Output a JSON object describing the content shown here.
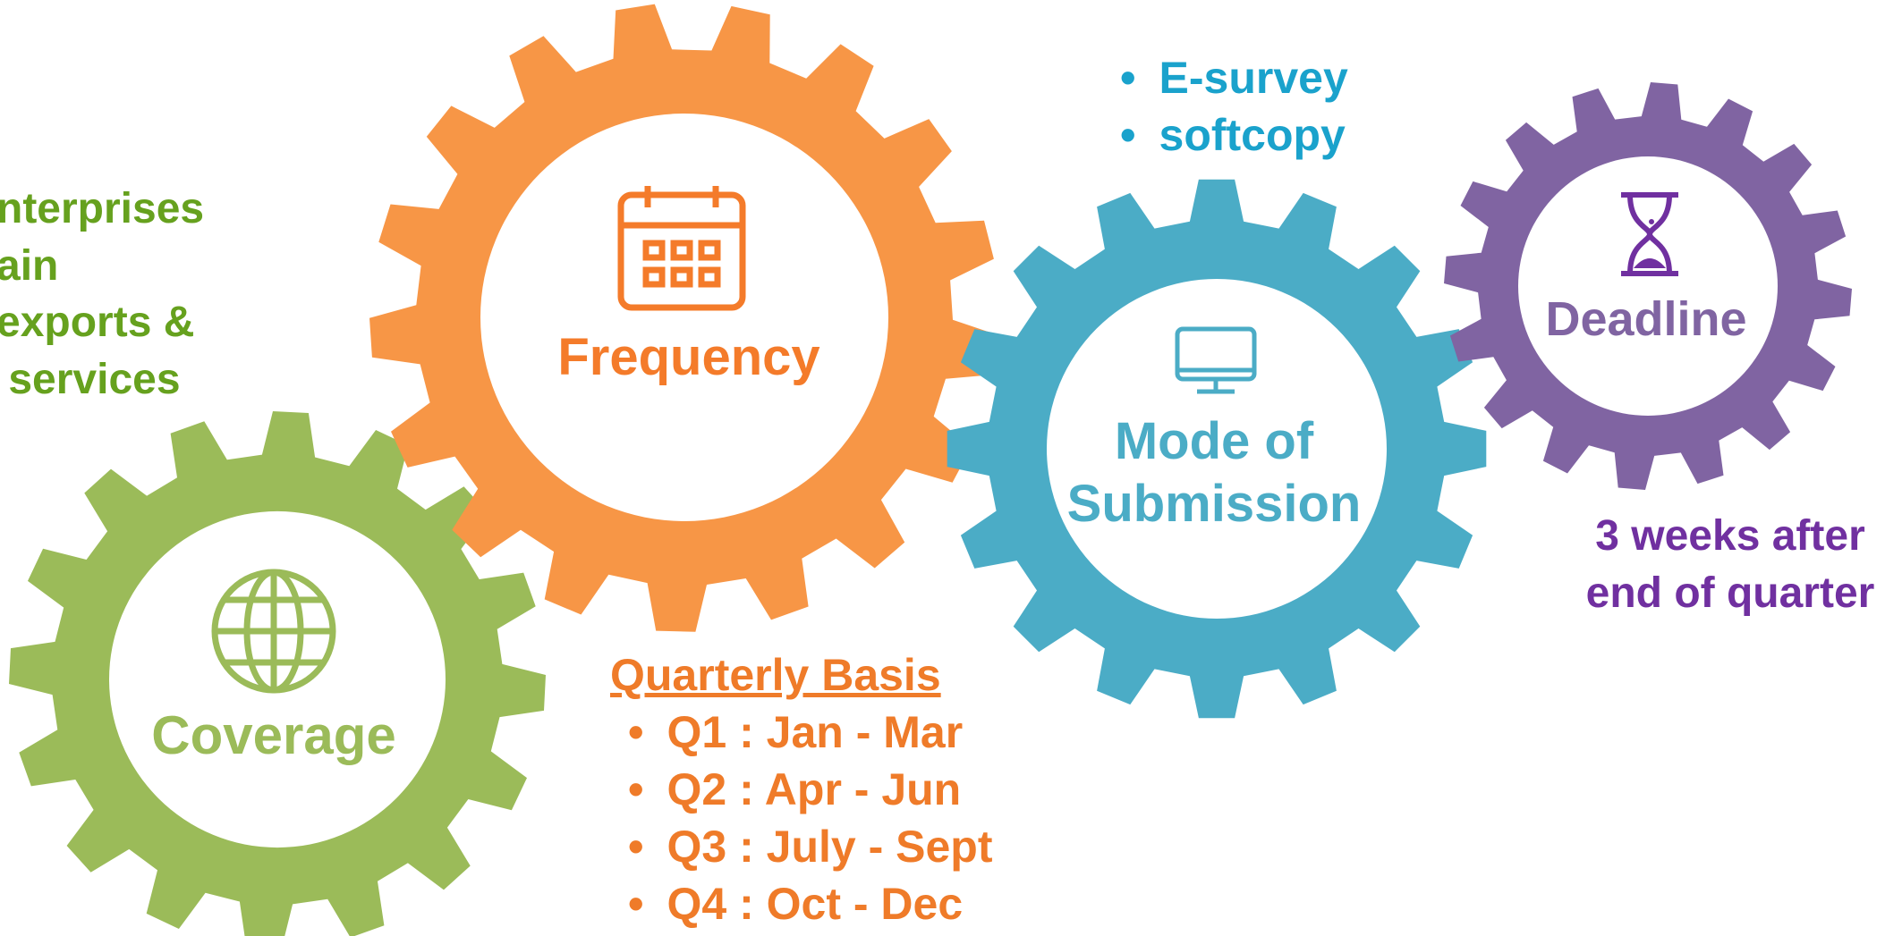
{
  "colors": {
    "coverage": "#9bbb59",
    "frequency": "#f79646",
    "submission": "#4bacc6",
    "deadline": "#8064a2",
    "coverage_text": "#66a11e",
    "frequency_text": "#ef7b29",
    "submission_text": "#1aa2cc",
    "deadline_text": "#7030a0"
  },
  "gears": {
    "coverage": {
      "label": "Coverage",
      "icon": "globe-icon"
    },
    "frequency": {
      "label": "Frequency",
      "icon": "calendar-icon"
    },
    "submission": {
      "label_line1": "Mode of",
      "label_line2": "Submission",
      "icon": "monitor-icon"
    },
    "deadline": {
      "label": "Deadline",
      "icon": "hourglass-icon"
    }
  },
  "coverage_text": [
    "nterprises",
    "ain",
    "exports &",
    " services"
  ],
  "frequency_text": {
    "heading": "Quarterly Basis",
    "items": [
      "Q1 : Jan - Mar",
      "Q2 : Apr - Jun",
      "Q3 : July - Sept",
      "Q4 : Oct - Dec"
    ]
  },
  "submission_text": [
    "E-survey",
    "softcopy"
  ],
  "deadline_text": [
    "3 weeks after",
    "end of quarter"
  ]
}
